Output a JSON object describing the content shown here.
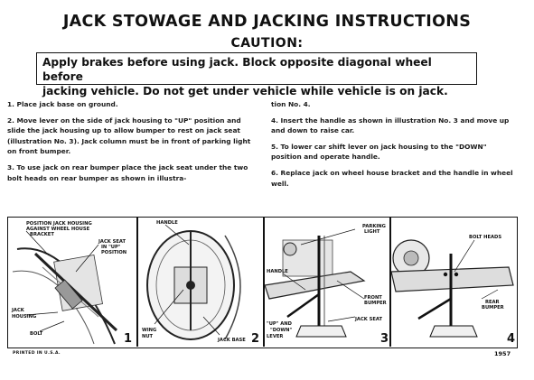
{
  "title": "JACK STOWAGE AND JACKING INSTRUCTIONS",
  "caution": {
    "heading": "CAUTION:",
    "line1": "Apply brakes before using jack. Block opposite diagonal wheel before",
    "line2": "jacking vehicle. Do not get under vehicle while vehicle is on jack."
  },
  "instructions": {
    "step1": "1. Place jack base on ground.",
    "step2": "2. Move lever on the side of jack housing to \"UP\" position and slide the jack housing up to allow bumper to rest on jack seat (illustration No. 3). Jack column must be in front of parking light on front bumper.",
    "step3_a": "3. To use jack on rear bumper place the jack seat under the two bolt heads on rear bumper as shown in illustra-",
    "step3_b": "tion No. 4.",
    "step4": "4. Insert the handle as shown in illustration No. 3 and move up and down to raise car.",
    "step5": "5. To lower car shift lever on jack housing to the \"DOWN\" position and operate handle.",
    "step6": "6. Replace jack on wheel house bracket and the handle in wheel well."
  },
  "illustrations": {
    "p1": {
      "position_label_1": "POSITION JACK HOUSING",
      "position_label_2": "AGAINST WHEEL HOUSE",
      "position_label_3": "BRACKET",
      "jack_seat_1": "JACK SEAT",
      "jack_seat_2": "IN \"UP\"",
      "jack_seat_3": "POSITION",
      "jack_housing_1": "JACK",
      "jack_housing_2": "HOUSING",
      "bolt": "BOLT",
      "number": "1"
    },
    "p2": {
      "handle": "HANDLE",
      "wing_1": "WING",
      "wing_2": "NUT",
      "jack_base": "JACK BASE",
      "number": "2"
    },
    "p3": {
      "parking_1": "PARKING",
      "parking_2": "LIGHT",
      "handle": "HANDLE",
      "front_1": "FRONT",
      "front_2": "BUMPER",
      "jack_seat": "JACK SEAT",
      "updown_1": "\"UP\" AND",
      "updown_2": "\"DOWN\"",
      "updown_3": "LEVER",
      "number": "3"
    },
    "p4": {
      "bolt_heads": "BOLT HEADS",
      "rear_1": "REAR",
      "rear_2": "BUMPER",
      "number": "4"
    }
  },
  "footer": {
    "printed": "PRINTED IN U.S.A.",
    "year": "1957"
  }
}
